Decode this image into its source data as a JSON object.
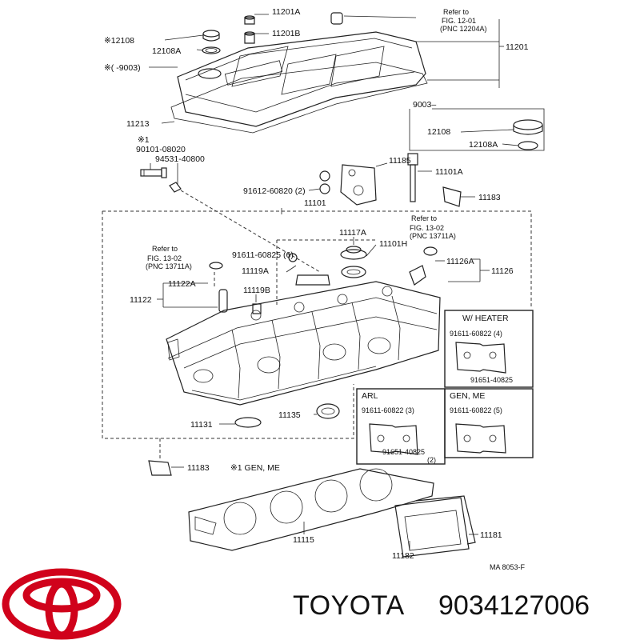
{
  "diagram": {
    "labels": {
      "c11201A": "11201A",
      "c11201B": "11201B",
      "c12108": "※12108",
      "c12108A": "12108A",
      "c9003a": "※(      -9003)",
      "c11201": "11201",
      "c11213": "11213",
      "c1": "※1",
      "c90101": "90101-08020",
      "c94531": "94531-40800",
      "c9003b": "9003–",
      "c12108b": "12108",
      "c12108Ab": "12108A",
      "c11185": "11185",
      "c11101A": "11101A",
      "c91612": "91612-60820 (2)",
      "c11183a": "11183",
      "c11101": "11101",
      "c11117A": "11117A",
      "c11101H": "11101H",
      "c91611a": "91611-60825 (6)",
      "c11119A": "11119A",
      "c11126A": "11126A",
      "c11126": "11126",
      "c11122A": "11122A",
      "c11122": "11122",
      "c11119B": "11119B",
      "c11131": "11131",
      "c11135": "11135",
      "c11183b": "11183",
      "cGenMe1": "※1 GEN, ME",
      "c11115": "11115",
      "c11181": "11181",
      "c11182": "11182",
      "cMA": "MA  8053-F"
    },
    "refer": {
      "r1_line1": "Refer to",
      "r1_line2": "FIG. 12-01",
      "r1_line3": "(PNC 12204A)",
      "r2_line1": "Refer to",
      "r2_line2": "FIG. 13-02",
      "r2_line3": "(PNC 13711A)",
      "r3_line1": "Refer to",
      "r3_line2": "FIG. 13-02",
      "r3_line3": "(PNC 13711A)"
    },
    "boxes": {
      "heater_title": "W/ HEATER",
      "heater_p1": "91611-60822 (4)",
      "heater_p2": "91651-40825",
      "arl_title": "ARL",
      "arl_p1": "91611-60822 (3)",
      "arl_p2": "91651-40825",
      "arl_p2q": "(2)",
      "genme_title": "GEN, ME",
      "genme_p1": "91611-60822 (5)"
    }
  },
  "brand": {
    "name": "TOYOTA",
    "part_number": "9034127006",
    "logo_color": "#d0021b"
  }
}
